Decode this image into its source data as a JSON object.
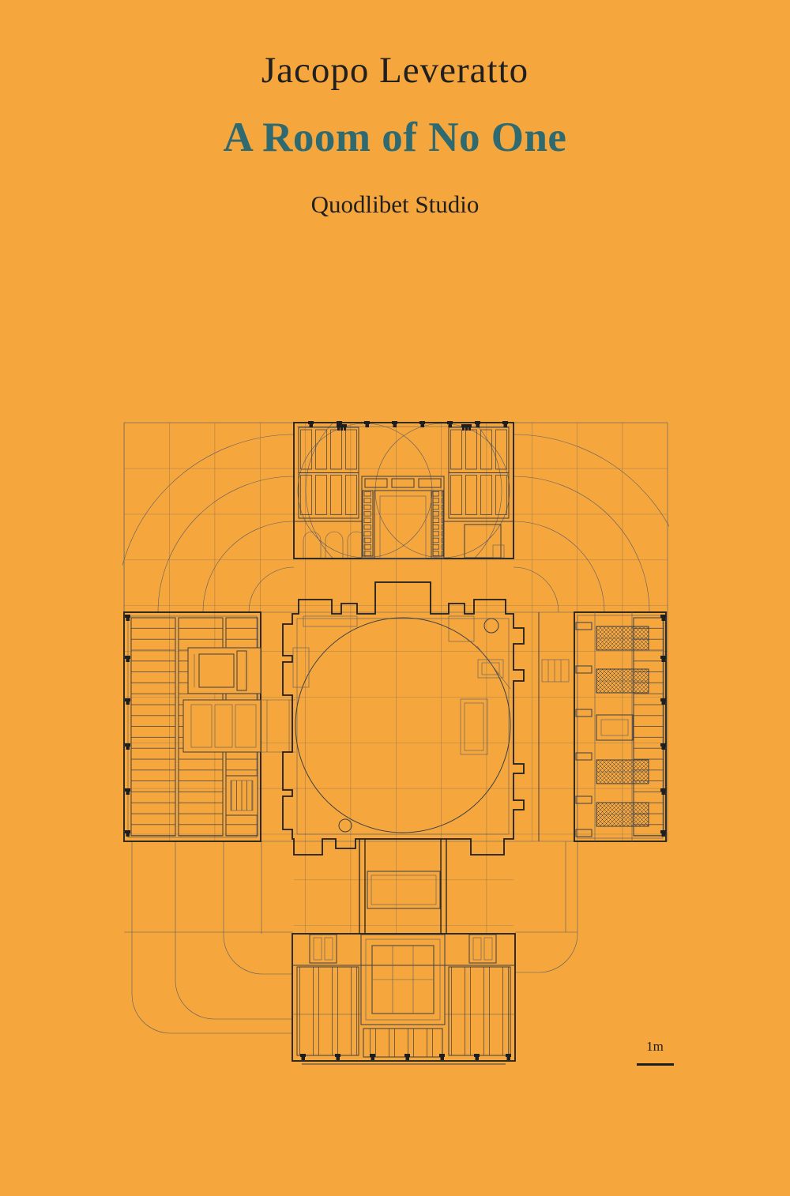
{
  "cover": {
    "author": "Jacopo Leveratto",
    "title": "A Room of No One",
    "publisher": "Quodlibet Studio"
  },
  "scale_bar": {
    "label": "1m"
  },
  "drawing": {
    "description": "cruciform architectural plan with central domed room, four paneled wings, modular grid and concentric corner arcs"
  },
  "colors": {
    "background": "#F5A63D",
    "title_accent": "#2E6A70",
    "text": "#21201E",
    "line_thin": "#5A5C64",
    "line_medium": "#3D3F46",
    "line_thick": "#1D1E20"
  }
}
